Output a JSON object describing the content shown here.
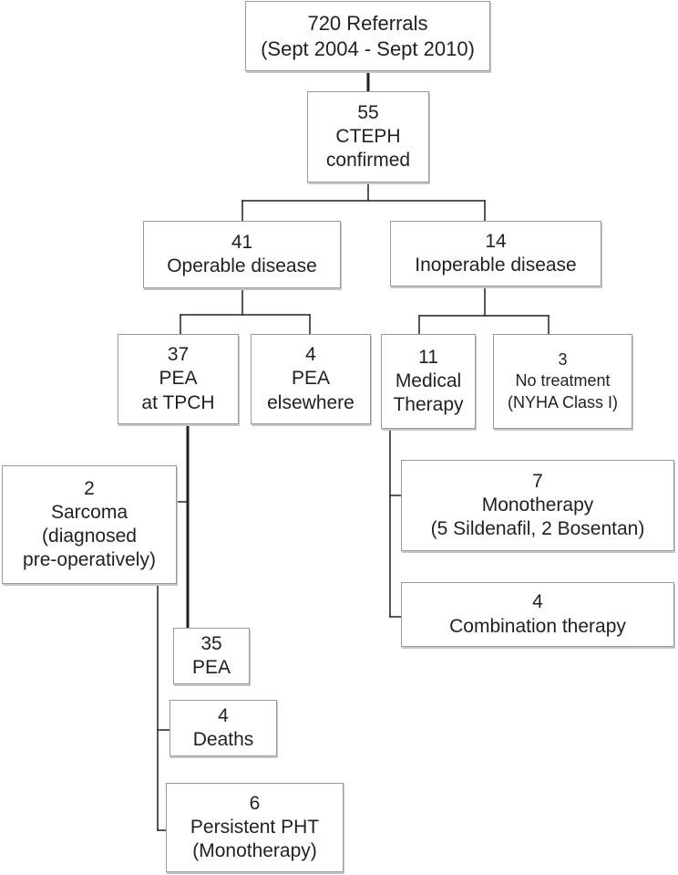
{
  "flowchart": {
    "referrals": {
      "count": "720 Referrals",
      "period": "(Sept 2004 - Sept 2010)"
    },
    "confirmed": {
      "count": "55",
      "line1": "CTEPH",
      "line2": "confirmed"
    },
    "operable": {
      "count": "41",
      "label": "Operable disease"
    },
    "inoperable": {
      "count": "14",
      "label": "Inoperable disease"
    },
    "pea_tpch": {
      "count": "37",
      "line1": "PEA",
      "line2": "at TPCH"
    },
    "pea_elsewhere": {
      "count": "4",
      "line1": "PEA",
      "line2": "elsewhere"
    },
    "medical": {
      "count": "11",
      "line1": "Medical",
      "line2": "Therapy"
    },
    "no_treatment": {
      "count": "3",
      "line1": "No treatment",
      "line2": "(NYHA Class I)"
    },
    "sarcoma": {
      "count": "2",
      "line1": "Sarcoma",
      "line2": "(diagnosed",
      "line3": "pre-operatively)"
    },
    "monotherapy": {
      "count": "7",
      "line1": "Monotherapy",
      "line2": "(5 Sildenafil, 2 Bosentan)"
    },
    "combination": {
      "count": "4",
      "label": "Combination therapy"
    },
    "pea": {
      "count": "35",
      "label": "PEA"
    },
    "deaths": {
      "count": "4",
      "label": "Deaths"
    },
    "persistent": {
      "count": "6",
      "line1": "Persistent PHT",
      "line2": "(Monotherapy)"
    }
  },
  "colors": {
    "connector": "#231f20",
    "box_border": "#9a9a9a",
    "text": "#231f20"
  }
}
